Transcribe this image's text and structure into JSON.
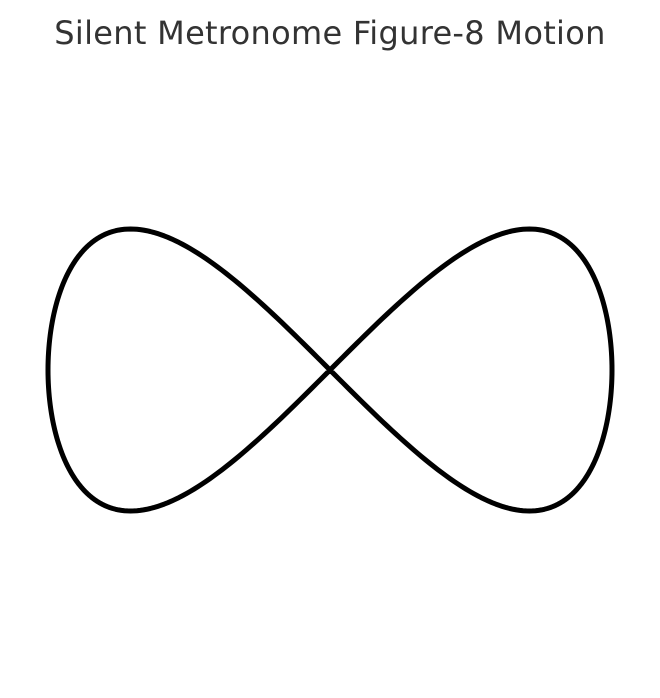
{
  "chart_data": {
    "type": "line",
    "title": "Silent Metronome Figure-8 Motion",
    "xlabel": "",
    "ylabel": "",
    "axes_visible": false,
    "grid": false,
    "series": [
      {
        "curve": "lemniscate of Gerono",
        "equation": "x = sin(t), y = sin(t)·cos(t)",
        "t_range": [
          0,
          6.283185307179586
        ],
        "samples": 400,
        "color": "#000000"
      }
    ],
    "xlim": [
      -1,
      1
    ],
    "ylim": [
      -0.5,
      0.5
    ]
  }
}
